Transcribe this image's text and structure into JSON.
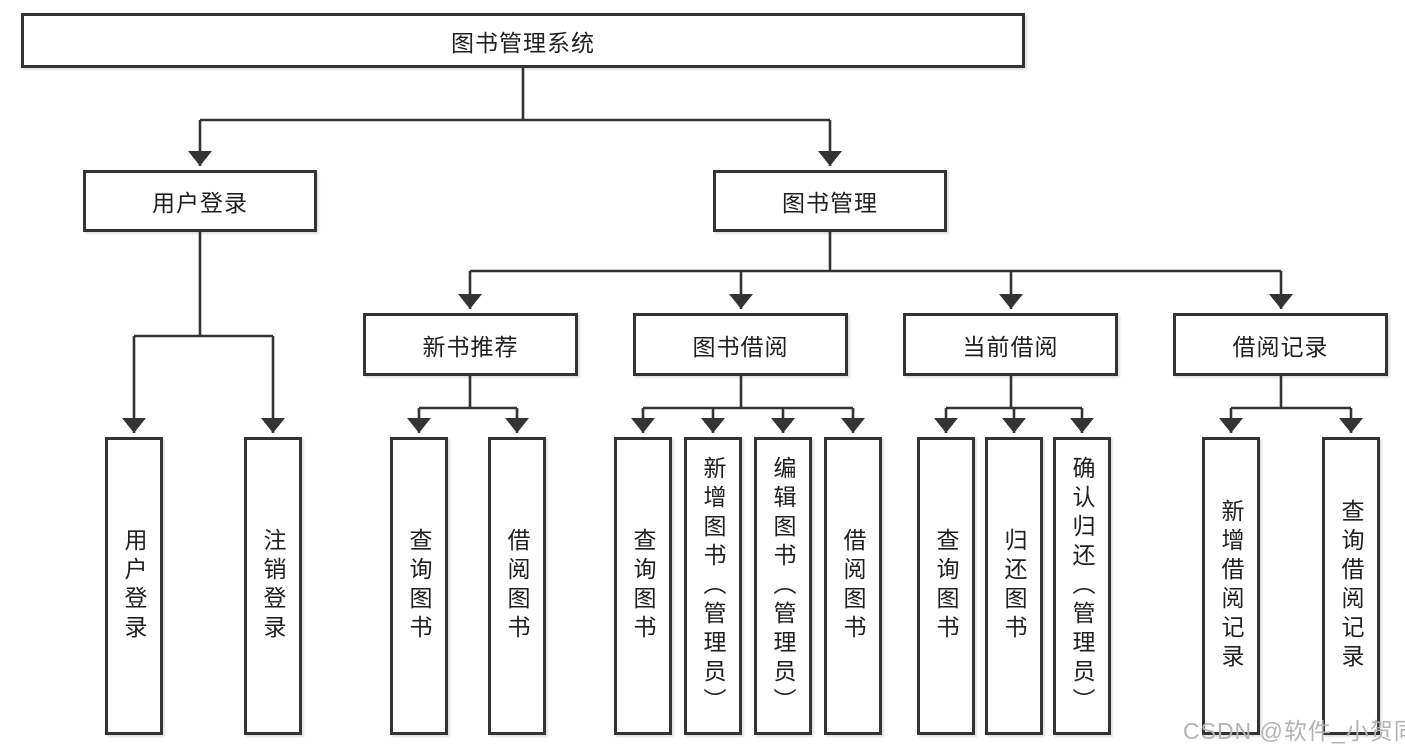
{
  "tree": {
    "root": {
      "label": "图书管理系统"
    },
    "branches": [
      {
        "label": "用户登录",
        "children": [
          {
            "label": "用户登录"
          },
          {
            "label": "注销登录"
          }
        ]
      },
      {
        "label": "图书管理",
        "sections": [
          {
            "label": "新书推荐",
            "children": [
              {
                "label": "查询图书"
              },
              {
                "label": "借阅图书"
              }
            ]
          },
          {
            "label": "图书借阅",
            "children": [
              {
                "label": "查询图书"
              },
              {
                "label": "新增图书（管理员）"
              },
              {
                "label": "编辑图书（管理员）"
              },
              {
                "label": "借阅图书"
              }
            ]
          },
          {
            "label": "当前借阅",
            "children": [
              {
                "label": "查询图书"
              },
              {
                "label": "归还图书"
              },
              {
                "label": "确认归还（管理员）"
              }
            ]
          },
          {
            "label": "借阅记录",
            "children": [
              {
                "label": "新增借阅记录"
              },
              {
                "label": "查询借阅记录"
              }
            ]
          }
        ]
      }
    ]
  },
  "watermark": {
    "text": "CSDN @软件_小贺同学"
  },
  "colors": {
    "line": "#333333",
    "box_border": "#333333",
    "text": "#1f1f1f",
    "watermark": "#b3b3b3",
    "background": "#ffffff"
  }
}
